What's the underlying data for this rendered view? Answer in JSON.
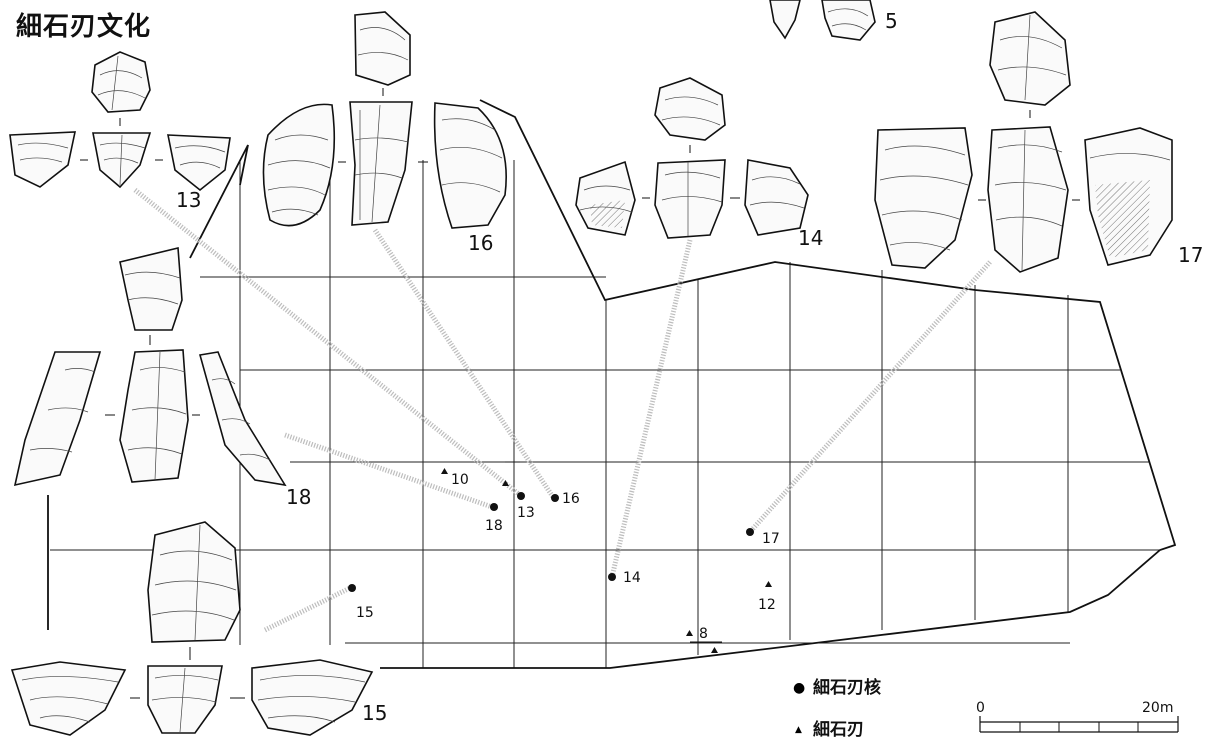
{
  "title": "細石刃文化",
  "figures": [
    {
      "id": "5",
      "label": "5"
    },
    {
      "id": "13",
      "label": "13"
    },
    {
      "id": "16",
      "label": "16"
    },
    {
      "id": "14",
      "label": "14"
    },
    {
      "id": "17",
      "label": "17"
    },
    {
      "id": "18",
      "label": "18"
    },
    {
      "id": "15",
      "label": "15"
    }
  ],
  "cores": [
    {
      "label": "18"
    },
    {
      "label": "13"
    },
    {
      "label": "16"
    },
    {
      "label": "15"
    },
    {
      "label": "14"
    },
    {
      "label": "17"
    }
  ],
  "blades": [
    {
      "label": "10"
    },
    {
      "label": ""
    },
    {
      "label": "8"
    },
    {
      "label": ""
    },
    {
      "label": "12"
    }
  ],
  "legend": {
    "core_symbol": "●",
    "core_label": "細石刃核",
    "blade_symbol": "▲",
    "blade_label": "細石刃"
  },
  "scale": {
    "start": "0",
    "end": "20m"
  }
}
